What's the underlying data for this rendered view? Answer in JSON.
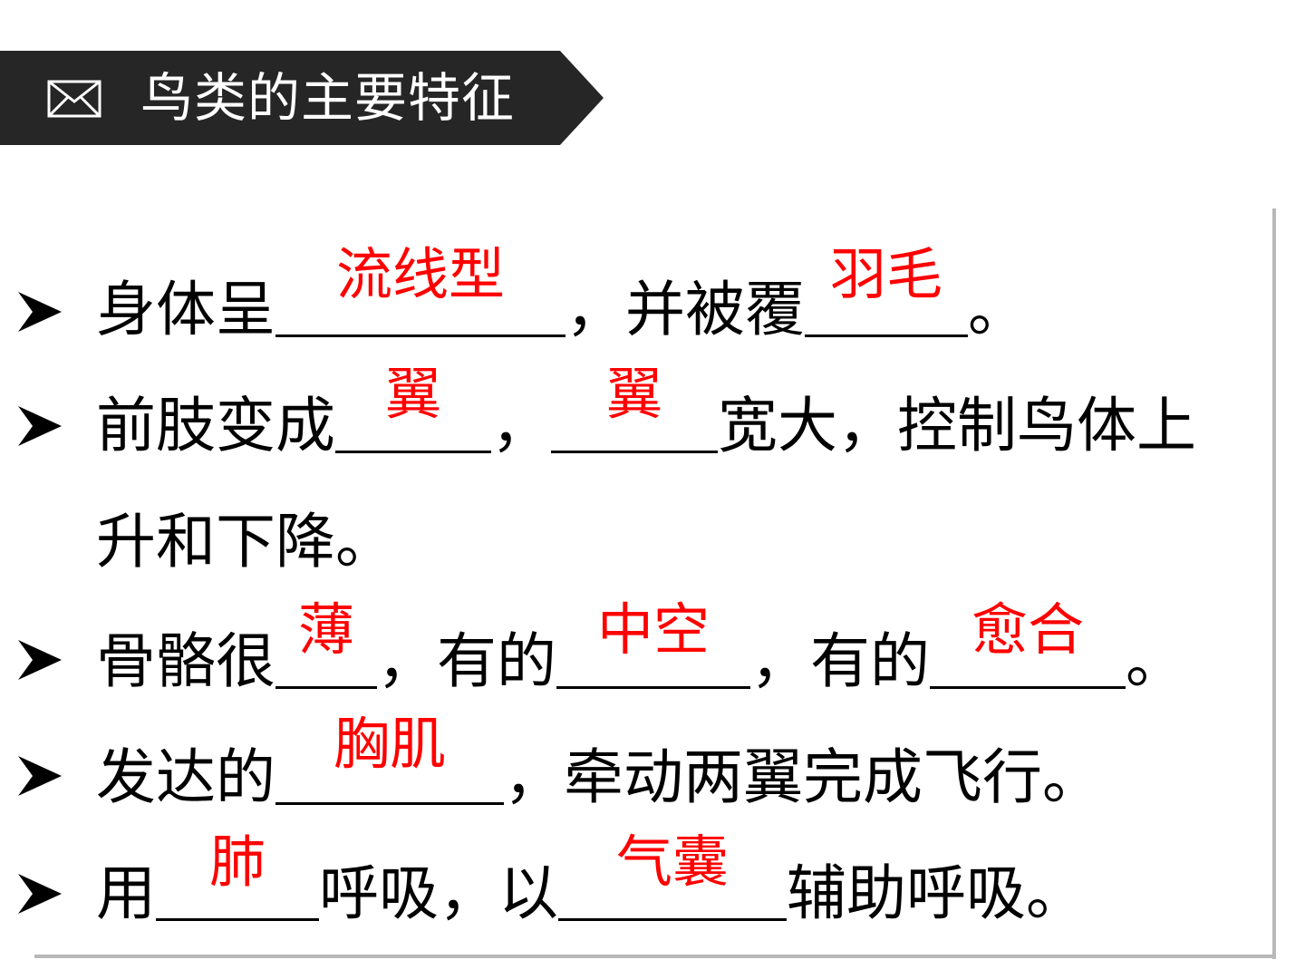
{
  "header": {
    "title": "鸟类的主要特征",
    "icon": "envelope-icon",
    "background": "#262626"
  },
  "colors": {
    "answer": "#ff0000",
    "text": "#000000",
    "frame": "#b8b8b8"
  },
  "items": [
    {
      "bullet": "arrow-bullet-icon",
      "t1": "身体呈",
      "a1": "流线型",
      "t2": "，并被覆",
      "a2": "羽毛",
      "t3": "。"
    },
    {
      "bullet": "arrow-bullet-icon",
      "t1": "前肢变成",
      "a1": "翼",
      "t2": "，",
      "a2": "翼",
      "t3": "宽大，控制鸟体上",
      "continuation": "升和下降。"
    },
    {
      "bullet": "arrow-bullet-icon",
      "t1": "骨骼很",
      "a1": "薄",
      "t2": "，有的",
      "a2": "中空",
      "t3": "，有的",
      "a3": "愈合",
      "t4": "。"
    },
    {
      "bullet": "arrow-bullet-icon",
      "t1": "发达的",
      "a1": "胸肌",
      "t2": "，牵动两翼完成飞行。"
    },
    {
      "bullet": "arrow-bullet-icon",
      "t1": "用",
      "a1": "肺",
      "t2": "呼吸，以",
      "a2": "气囊",
      "t3": "辅助呼吸。"
    }
  ]
}
